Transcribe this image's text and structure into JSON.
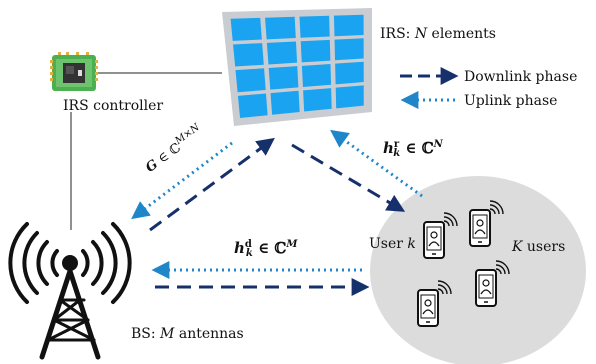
{
  "irs": {
    "label_prefix": "IRS: ",
    "label_var": "N",
    "label_suffix": " elements",
    "grid_rows": 4,
    "grid_cols": 4
  },
  "controller": {
    "label": "IRS controller"
  },
  "bs": {
    "label_prefix": "BS: ",
    "label_var": "M",
    "label_suffix": " antennas"
  },
  "users": {
    "user_k_prefix": "User ",
    "user_k_var": "k",
    "count_var": "K",
    "count_suffix": " users"
  },
  "channels": {
    "G": {
      "sym": "G",
      "rel": " ∈ ",
      "space": "ℂ",
      "dims": "M×N"
    },
    "hr": {
      "sym": "h",
      "sup": "r",
      "sub": "k",
      "rel": " ∈ ",
      "space": "ℂ",
      "dims": "N"
    },
    "hd": {
      "sym": "h",
      "sup": "d",
      "sub": "k",
      "rel": " ∈ ",
      "space": "ℂ",
      "dims": "M"
    }
  },
  "legend": {
    "downlink": "Downlink phase",
    "uplink": "Uplink phase"
  },
  "colors": {
    "downlink": "#15306b",
    "uplink": "#1f86c9",
    "irs_cell": "#1aa3f0",
    "irs_frame": "#c9cdd2",
    "user_area": "#dcdcdc",
    "bs": "#111111",
    "chip": "#4caf50"
  }
}
